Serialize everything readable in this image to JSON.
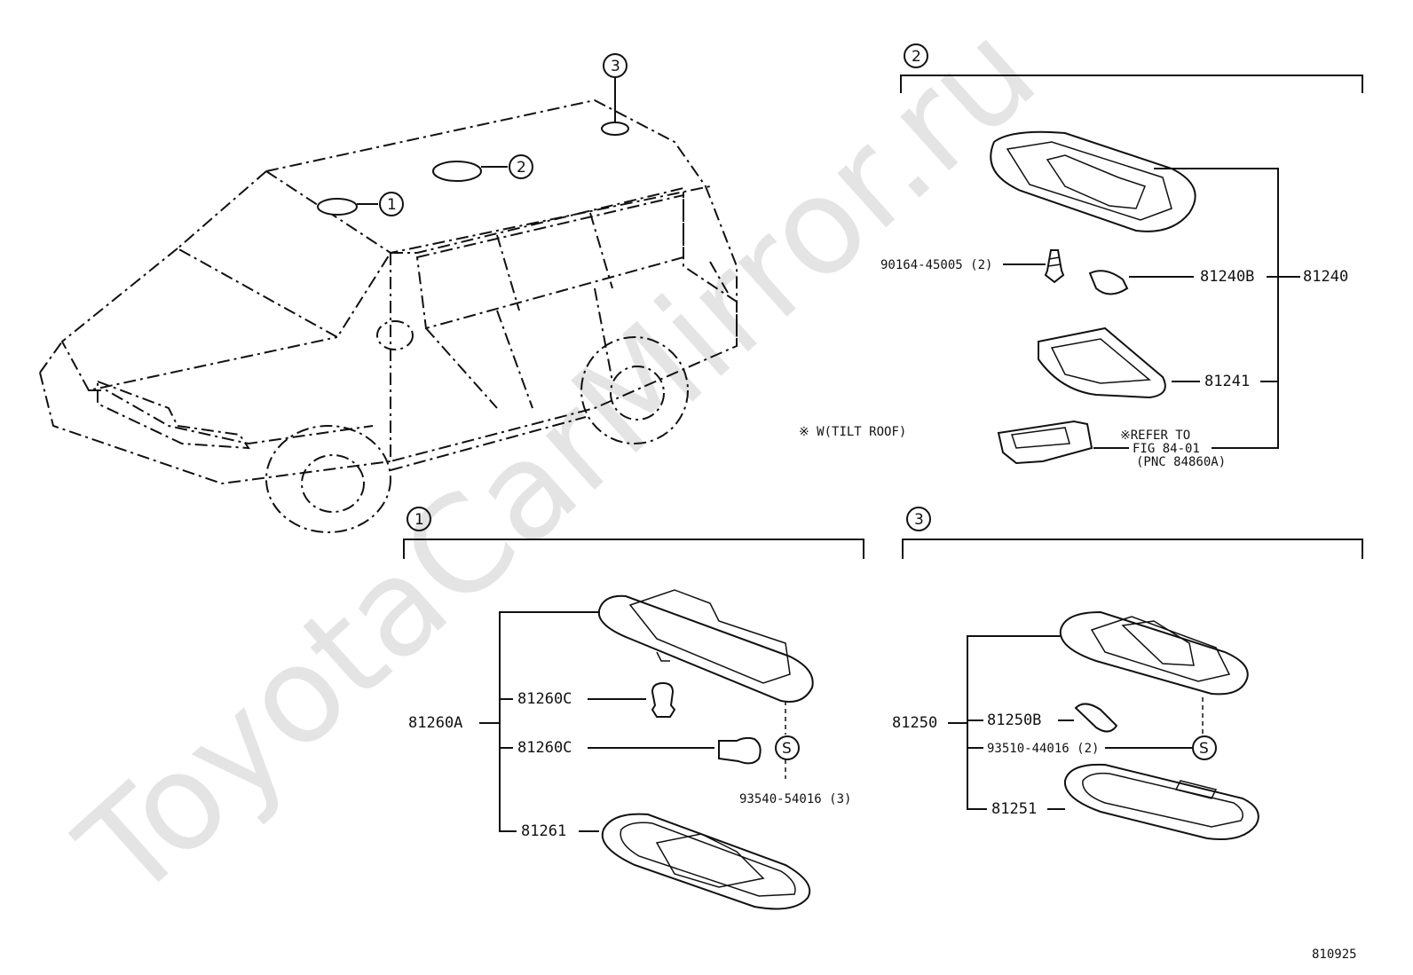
{
  "watermark": "ToyotaCarMirror.ru",
  "figure_number": "810925",
  "markers": {
    "m1": "①",
    "m2": "②",
    "m3": "③",
    "s": "S"
  },
  "note_tilt_roof": "※ W(TILT ROOF)",
  "section2": {
    "screw": "90164-45005 (2)",
    "bulb": "81240B",
    "assembly": "81240",
    "lens": "81241",
    "refer_line1": "※REFER TO",
    "refer_line2": "FIG 84-01",
    "refer_line3": "(PNC 84860A)"
  },
  "section1": {
    "assembly": "81260A",
    "bulb_a": "81260C",
    "bulb_b": "81260C",
    "lens": "81261",
    "screw": "93540-54016 (3)"
  },
  "section3": {
    "assembly": "81250",
    "bulb": "81250B",
    "screw": "93510-44016 (2)",
    "lens": "81251"
  }
}
